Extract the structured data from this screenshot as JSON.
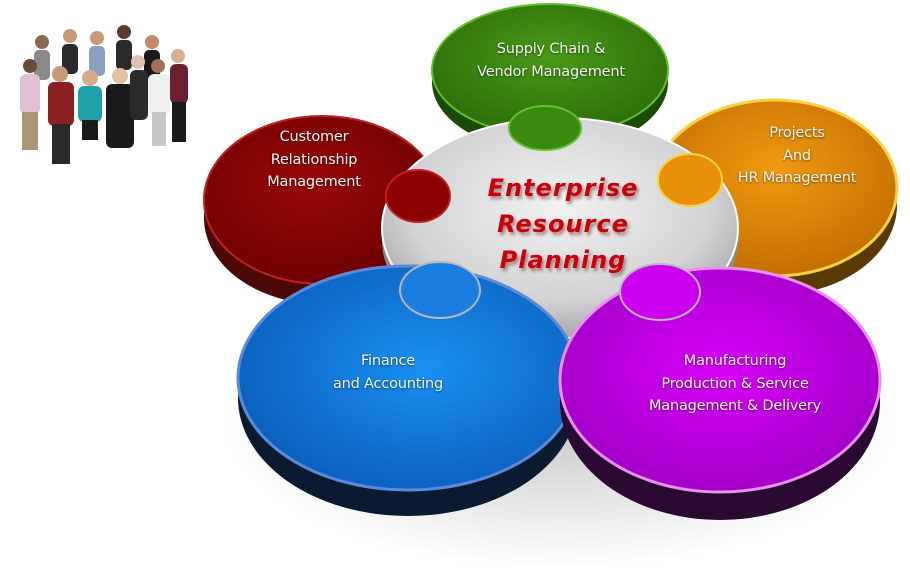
{
  "diagram": {
    "center": {
      "title_lines": [
        "Enterprise",
        "Resource",
        "Planning"
      ],
      "color": "#c8000a"
    },
    "modules": [
      {
        "id": "supply-chain",
        "lines": [
          "Supply Chain &",
          "Vendor Management"
        ],
        "color": "#3a8a10",
        "position": "top"
      },
      {
        "id": "projects-hr",
        "lines": [
          "Projects",
          "And",
          "HR Management"
        ],
        "color": "#e8900a",
        "position": "right"
      },
      {
        "id": "manufacturing",
        "lines": [
          "Manufacturing",
          "Production & Service",
          "Management & Delivery"
        ],
        "color": "#cc00ee",
        "position": "bottom-right"
      },
      {
        "id": "finance",
        "lines": [
          "Finance",
          "and Accounting"
        ],
        "color": "#1a7ee0",
        "position": "bottom-left"
      },
      {
        "id": "crm",
        "lines": [
          "Customer",
          "Relationship",
          "Management"
        ],
        "color": "#8b0000",
        "position": "left"
      }
    ]
  },
  "illustration": {
    "people_group": "group-of-business-people"
  }
}
